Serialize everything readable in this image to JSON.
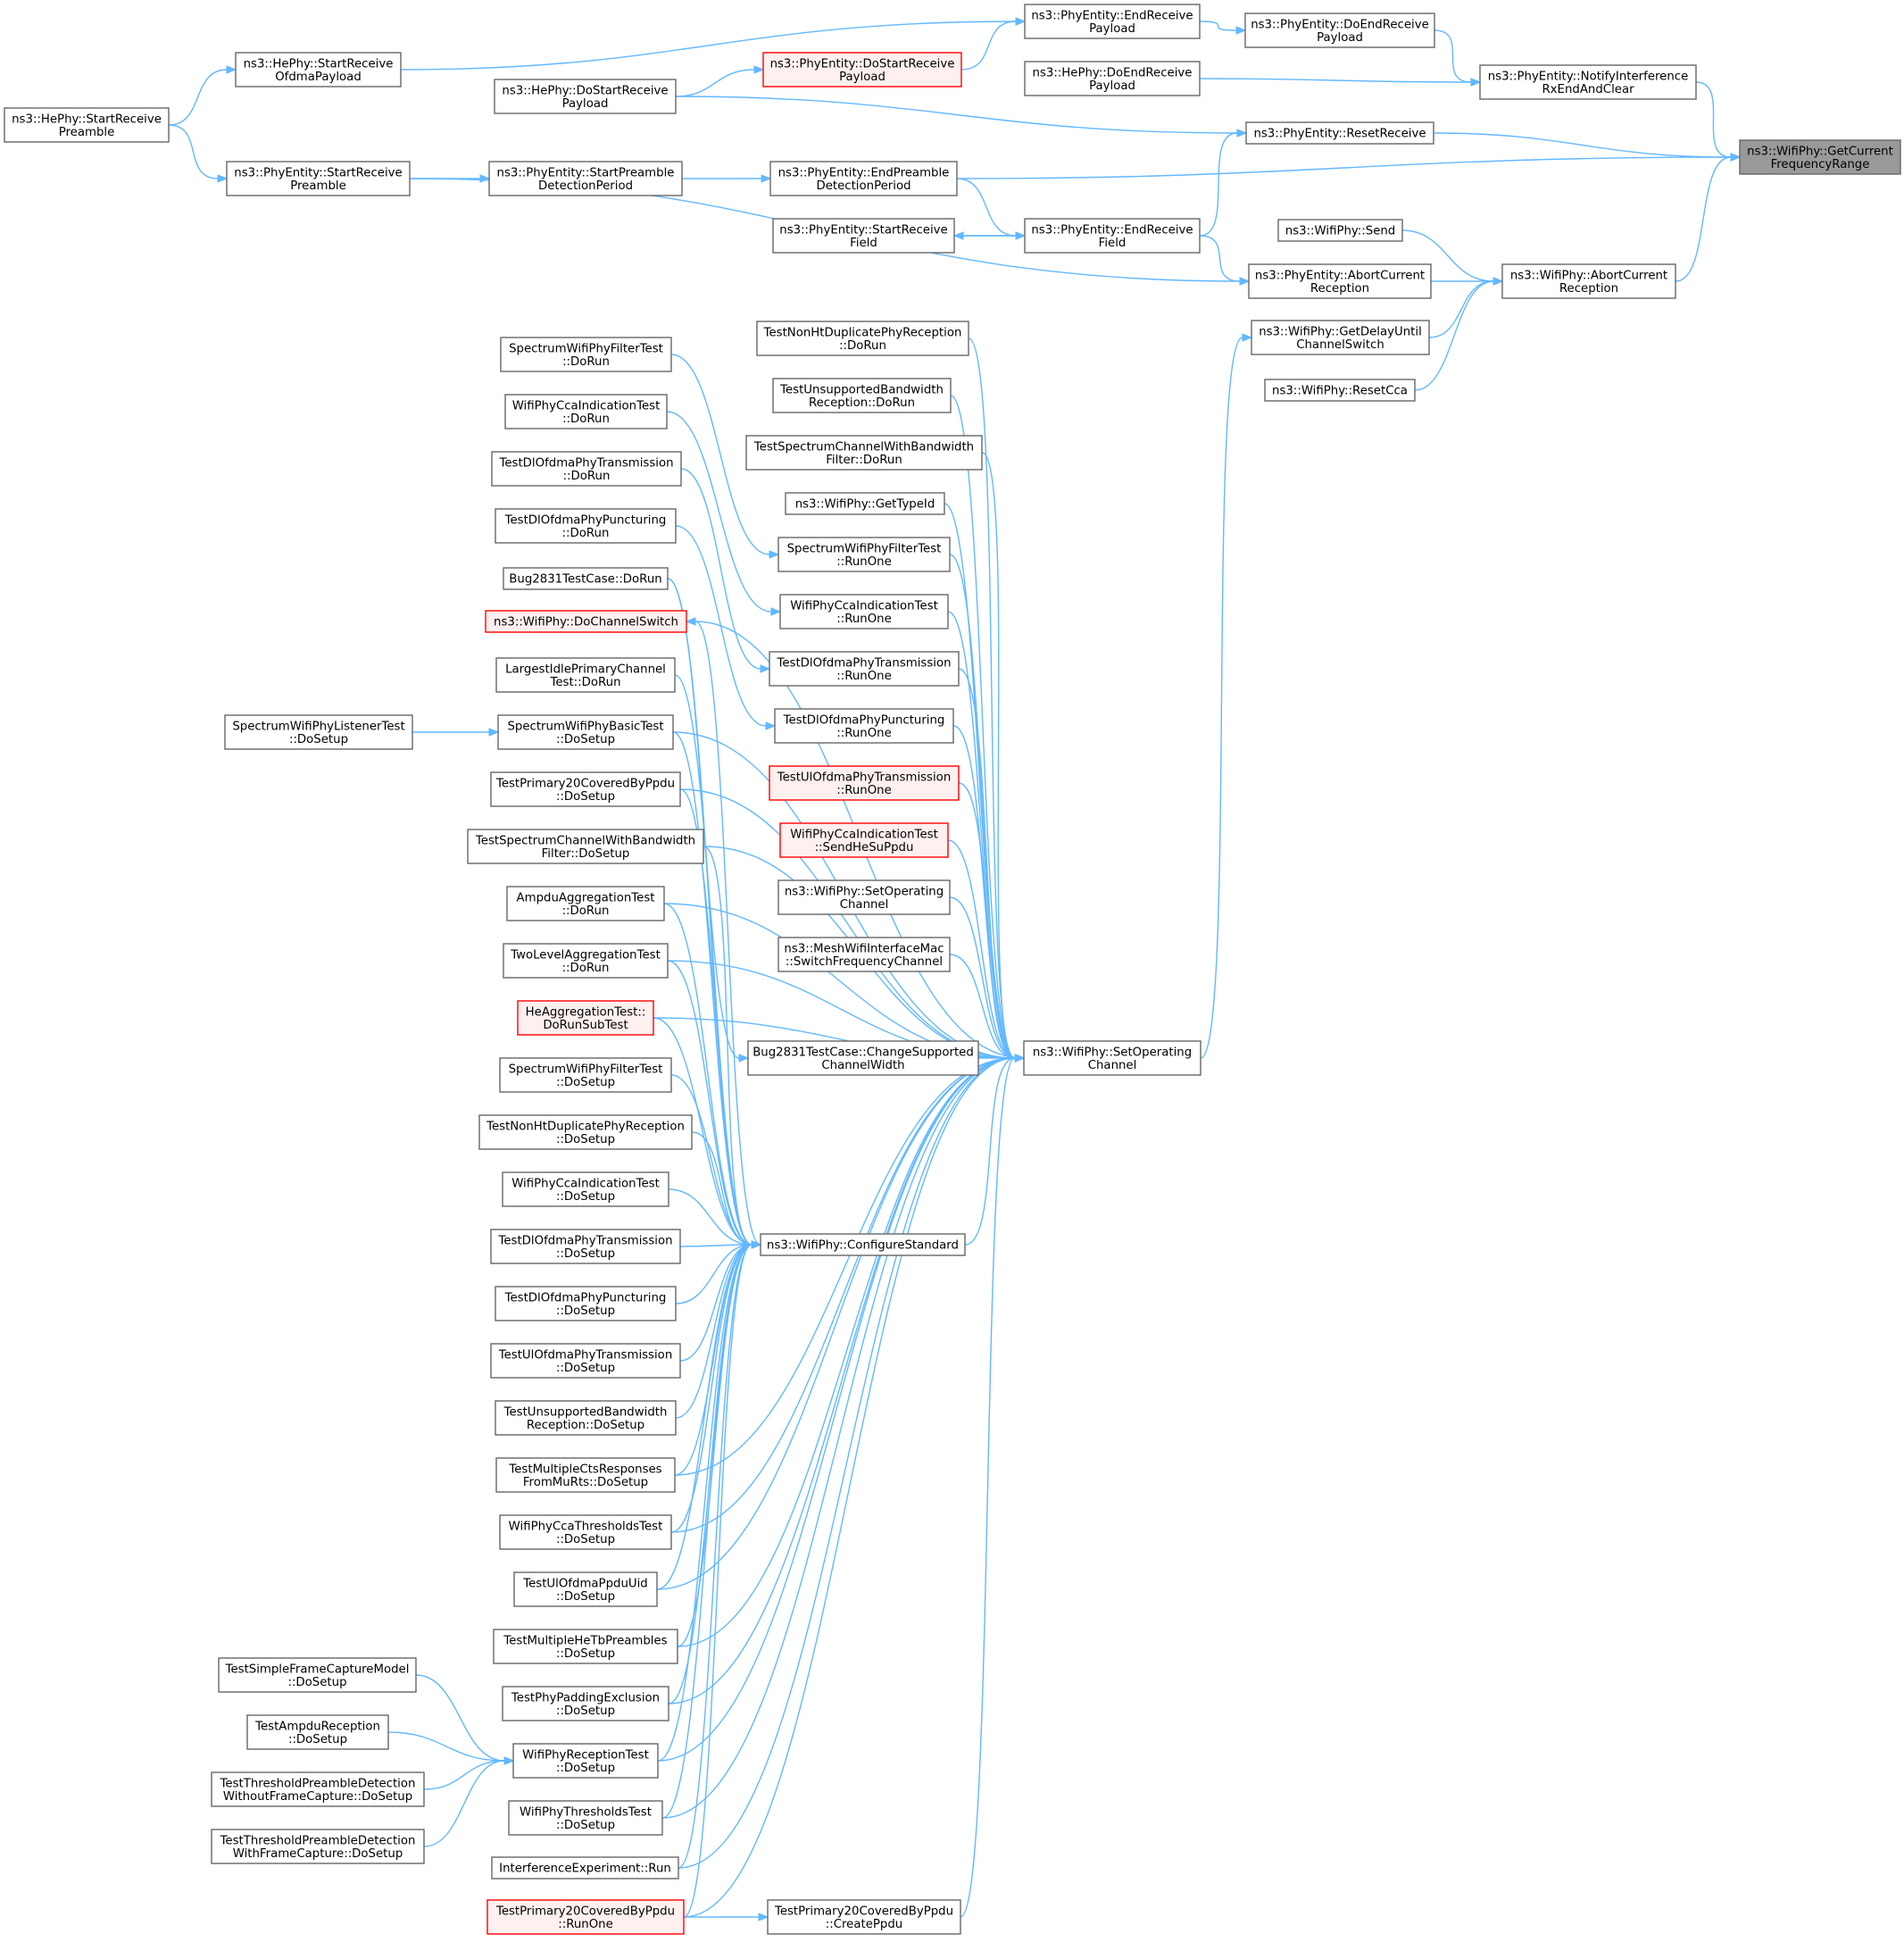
{
  "diagram": {
    "nodes": [
      {
        "id": "root",
        "lines": [
          "ns3::WifiPhy::GetCurrent",
          "FrequencyRange"
        ],
        "style": "root"
      },
      {
        "id": "notify",
        "lines": [
          "ns3::PhyEntity::NotifyInterference",
          "RxEndAndClear"
        ]
      },
      {
        "id": "doEndRecvPayload",
        "lines": [
          "ns3::PhyEntity::DoEndReceive",
          "Payload"
        ]
      },
      {
        "id": "endRecvPayload",
        "lines": [
          "ns3::PhyEntity::EndReceive",
          "Payload"
        ]
      },
      {
        "id": "heDoEndRecvPayload",
        "lines": [
          "ns3::HePhy::DoEndReceive",
          "Payload"
        ]
      },
      {
        "id": "doStartRecvPayload",
        "lines": [
          "ns3::PhyEntity::DoStartReceive",
          "Payload"
        ],
        "style": "red"
      },
      {
        "id": "heStartRecvOfdma",
        "lines": [
          "ns3::HePhy::StartReceive",
          "OfdmaPayload"
        ]
      },
      {
        "id": "heDoStartRecvPayload",
        "lines": [
          "ns3::HePhy::DoStartReceive",
          "Payload"
        ]
      },
      {
        "id": "heStartRecvPreamble",
        "lines": [
          "ns3::HePhy::StartReceive",
          "Preamble"
        ]
      },
      {
        "id": "resetReceive",
        "lines": [
          "ns3::PhyEntity::ResetReceive"
        ]
      },
      {
        "id": "startRecvPreamble",
        "lines": [
          "ns3::PhyEntity::StartReceive",
          "Preamble"
        ]
      },
      {
        "id": "startPreambleDet",
        "lines": [
          "ns3::PhyEntity::StartPreamble",
          "DetectionPeriod"
        ]
      },
      {
        "id": "endPreambleDet",
        "lines": [
          "ns3::PhyEntity::EndPreamble",
          "DetectionPeriod"
        ]
      },
      {
        "id": "endRecvField",
        "lines": [
          "ns3::PhyEntity::EndReceive",
          "Field"
        ]
      },
      {
        "id": "startRecvField",
        "lines": [
          "ns3::PhyEntity::StartReceive",
          "Field"
        ]
      },
      {
        "id": "send",
        "lines": [
          "ns3::WifiPhy::Send"
        ]
      },
      {
        "id": "peAbort",
        "lines": [
          "ns3::PhyEntity::AbortCurrent",
          "Reception"
        ]
      },
      {
        "id": "wpAbort",
        "lines": [
          "ns3::WifiPhy::AbortCurrent",
          "Reception"
        ]
      },
      {
        "id": "getDelay",
        "lines": [
          "ns3::WifiPhy::GetDelayUntil",
          "ChannelSwitch"
        ]
      },
      {
        "id": "resetCca",
        "lines": [
          "ns3::WifiPhy::ResetCca"
        ]
      },
      {
        "id": "setOpChan",
        "lines": [
          "ns3::WifiPhy::SetOperating",
          "Channel"
        ]
      },
      {
        "id": "configStd",
        "lines": [
          "ns3::WifiPhy::ConfigureStandard"
        ]
      },
      {
        "id": "bugChange",
        "lines": [
          "Bug2831TestCase::ChangeSupported",
          "ChannelWidth"
        ]
      },
      {
        "id": "m_nonHtRun",
        "lines": [
          "TestNonHtDuplicatePhyReception",
          "::DoRun"
        ]
      },
      {
        "id": "m_unsupBwRun",
        "lines": [
          "TestUnsupportedBandwidth",
          "Reception::DoRun"
        ]
      },
      {
        "id": "m_specChanRun",
        "lines": [
          "TestSpectrumChannelWithBandwidth",
          "Filter::DoRun"
        ]
      },
      {
        "id": "m_getTypeId",
        "lines": [
          "ns3::WifiPhy::GetTypeId"
        ]
      },
      {
        "id": "m_swpFilterRunOne",
        "lines": [
          "SpectrumWifiPhyFilterTest",
          "::RunOne"
        ]
      },
      {
        "id": "m_ccaRunOne",
        "lines": [
          "WifiPhyCcaIndicationTest",
          "::RunOne"
        ]
      },
      {
        "id": "m_dlTransRunOne",
        "lines": [
          "TestDlOfdmaPhyTransmission",
          "::RunOne"
        ]
      },
      {
        "id": "m_dlPuncRunOne",
        "lines": [
          "TestDlOfdmaPhyPuncturing",
          "::RunOne"
        ]
      },
      {
        "id": "m_ulTransRunOne",
        "lines": [
          "TestUlOfdmaPhyTransmission",
          "::RunOne"
        ],
        "style": "red"
      },
      {
        "id": "m_ccaSendHeSu",
        "lines": [
          "WifiPhyCcaIndicationTest",
          "::SendHeSuPpdu"
        ],
        "style": "red"
      },
      {
        "id": "m_setOpChan2",
        "lines": [
          "ns3::WifiPhy::SetOperating",
          "Channel"
        ]
      },
      {
        "id": "m_meshSwitch",
        "lines": [
          "ns3::MeshWifiInterfaceMac",
          "::SwitchFrequencyChannel"
        ]
      },
      {
        "id": "m_prim20Create",
        "lines": [
          "TestPrimary20CoveredByPpdu",
          "::CreatePpdu"
        ]
      },
      {
        "id": "l_swpFilterRun",
        "lines": [
          "SpectrumWifiPhyFilterTest",
          "::DoRun"
        ]
      },
      {
        "id": "l_ccaRun",
        "lines": [
          "WifiPhyCcaIndicationTest",
          "::DoRun"
        ]
      },
      {
        "id": "l_dlTransRun",
        "lines": [
          "TestDlOfdmaPhyTransmission",
          "::DoRun"
        ]
      },
      {
        "id": "l_dlPuncRun",
        "lines": [
          "TestDlOfdmaPhyPuncturing",
          "::DoRun"
        ]
      },
      {
        "id": "l_bugRun",
        "lines": [
          "Bug2831TestCase::DoRun"
        ]
      },
      {
        "id": "l_doChanSwitch",
        "lines": [
          "ns3::WifiPhy::DoChannelSwitch"
        ],
        "style": "red"
      },
      {
        "id": "l_largestIdle",
        "lines": [
          "LargestIdlePrimaryChannel",
          "Test::DoRun"
        ]
      },
      {
        "id": "l_swpBasic",
        "lines": [
          "SpectrumWifiPhyBasicTest",
          "::DoSetup"
        ]
      },
      {
        "id": "l_prim20Setup",
        "lines": [
          "TestPrimary20CoveredByPpdu",
          "::DoSetup"
        ]
      },
      {
        "id": "l_specChanSetup",
        "lines": [
          "TestSpectrumChannelWithBandwidth",
          "Filter::DoSetup"
        ]
      },
      {
        "id": "l_ampduAgg",
        "lines": [
          "AmpduAggregationTest",
          "::DoRun"
        ]
      },
      {
        "id": "l_twoLevel",
        "lines": [
          "TwoLevelAggregationTest",
          "::DoRun"
        ]
      },
      {
        "id": "l_heAgg",
        "lines": [
          "HeAggregationTest::",
          "DoRunSubTest"
        ],
        "style": "red"
      },
      {
        "id": "l_swpFilterSetup",
        "lines": [
          "SpectrumWifiPhyFilterTest",
          "::DoSetup"
        ]
      },
      {
        "id": "l_nonHtSetup",
        "lines": [
          "TestNonHtDuplicatePhyReception",
          "::DoSetup"
        ]
      },
      {
        "id": "l_ccaSetup",
        "lines": [
          "WifiPhyCcaIndicationTest",
          "::DoSetup"
        ]
      },
      {
        "id": "l_dlTransSetup",
        "lines": [
          "TestDlOfdmaPhyTransmission",
          "::DoSetup"
        ]
      },
      {
        "id": "l_dlPuncSetup",
        "lines": [
          "TestDlOfdmaPhyPuncturing",
          "::DoSetup"
        ]
      },
      {
        "id": "l_ulTransSetup",
        "lines": [
          "TestUlOfdmaPhyTransmission",
          "::DoSetup"
        ]
      },
      {
        "id": "l_unsupBwSetup",
        "lines": [
          "TestUnsupportedBandwidth",
          "Reception::DoSetup"
        ]
      },
      {
        "id": "l_multiCts",
        "lines": [
          "TestMultipleCtsResponses",
          "FromMuRts::DoSetup"
        ]
      },
      {
        "id": "l_ccaThresh",
        "lines": [
          "WifiPhyCcaThresholdsTest",
          "::DoSetup"
        ]
      },
      {
        "id": "l_ulPpduUid",
        "lines": [
          "TestUlOfdmaPpduUid",
          "::DoSetup"
        ]
      },
      {
        "id": "l_multiHeTb",
        "lines": [
          "TestMultipleHeTbPreambles",
          "::DoSetup"
        ]
      },
      {
        "id": "l_padding",
        "lines": [
          "TestPhyPaddingExclusion",
          "::DoSetup"
        ]
      },
      {
        "id": "l_rxTest",
        "lines": [
          "WifiPhyReceptionTest",
          "::DoSetup"
        ]
      },
      {
        "id": "l_thresholds",
        "lines": [
          "WifiPhyThresholdsTest",
          "::DoSetup"
        ]
      },
      {
        "id": "l_interf",
        "lines": [
          "InterferenceExperiment::Run"
        ]
      },
      {
        "id": "l_prim20RunOne",
        "lines": [
          "TestPrimary20CoveredByPpdu",
          "::RunOne"
        ],
        "style": "red"
      },
      {
        "id": "ll_swpListener",
        "lines": [
          "SpectrumWifiPhyListenerTest",
          "::DoSetup"
        ]
      },
      {
        "id": "ll_simpleFrame",
        "lines": [
          "TestSimpleFrameCaptureModel",
          "::DoSetup"
        ]
      },
      {
        "id": "ll_ampduRx",
        "lines": [
          "TestAmpduReception",
          "::DoSetup"
        ]
      },
      {
        "id": "ll_threshWithout",
        "lines": [
          "TestThresholdPreambleDetection",
          "WithoutFrameCapture::DoSetup"
        ]
      },
      {
        "id": "ll_threshWith",
        "lines": [
          "TestThresholdPreambleDetection",
          "WithFrameCapture::DoSetup"
        ]
      }
    ],
    "edges": [
      [
        "notify",
        "root"
      ],
      [
        "resetReceive",
        "root"
      ],
      [
        "endPreambleDet",
        "root"
      ],
      [
        "wpAbort",
        "root"
      ],
      [
        "doEndRecvPayload",
        "notify"
      ],
      [
        "heDoEndRecvPayload",
        "notify"
      ],
      [
        "endRecvPayload",
        "doEndRecvPayload"
      ],
      [
        "heStartRecvOfdma",
        "endRecvPayload"
      ],
      [
        "doStartRecvPayload",
        "endRecvPayload"
      ],
      [
        "heDoStartRecvPayload",
        "doStartRecvPayload"
      ],
      [
        "heStartRecvPreamble",
        "heStartRecvOfdma"
      ],
      [
        "heDoStartRecvPayload",
        "resetReceive"
      ],
      [
        "endRecvField",
        "resetReceive"
      ],
      [
        "startPreambleDet",
        "endPreambleDet"
      ],
      [
        "startRecvPreamble",
        "startPreambleDet"
      ],
      [
        "heStartRecvPreamble",
        "startRecvPreamble"
      ],
      [
        "endPreambleDet",
        "endRecvField"
      ],
      [
        "startRecvField",
        "endRecvField"
      ],
      [
        "endRecvField",
        "startRecvField"
      ],
      [
        "endRecvField",
        "peAbort"
      ],
      [
        "startRecvPreamble",
        "peAbort"
      ],
      [
        "peAbort",
        "wpAbort"
      ],
      [
        "send",
        "wpAbort"
      ],
      [
        "getDelay",
        "wpAbort"
      ],
      [
        "resetCca",
        "wpAbort"
      ],
      [
        "setOpChan",
        "getDelay"
      ],
      [
        "configStd",
        "setOpChan"
      ],
      [
        "bugChange",
        "setOpChan"
      ],
      [
        "l_bugRun",
        "bugChange"
      ],
      [
        "m_nonHtRun",
        "setOpChan"
      ],
      [
        "m_unsupBwRun",
        "setOpChan"
      ],
      [
        "m_specChanRun",
        "setOpChan"
      ],
      [
        "m_getTypeId",
        "setOpChan"
      ],
      [
        "m_swpFilterRunOne",
        "setOpChan"
      ],
      [
        "m_ccaRunOne",
        "setOpChan"
      ],
      [
        "m_dlTransRunOne",
        "setOpChan"
      ],
      [
        "m_dlPuncRunOne",
        "setOpChan"
      ],
      [
        "m_ulTransRunOne",
        "setOpChan"
      ],
      [
        "m_ccaSendHeSu",
        "setOpChan"
      ],
      [
        "m_setOpChan2",
        "setOpChan"
      ],
      [
        "m_meshSwitch",
        "setOpChan"
      ],
      [
        "m_prim20Create",
        "setOpChan"
      ],
      [
        "l_prim20RunOne",
        "m_prim20Create"
      ],
      [
        "l_swpFilterRun",
        "m_swpFilterRunOne"
      ],
      [
        "l_ccaRun",
        "m_ccaRunOne"
      ],
      [
        "l_dlTransRun",
        "m_dlTransRunOne"
      ],
      [
        "l_dlPuncRun",
        "m_dlPuncRunOne"
      ],
      [
        "l_bugRun",
        "configStd"
      ],
      [
        "l_largestIdle",
        "configStd"
      ],
      [
        "l_swpBasic",
        "configStd"
      ],
      [
        "l_prim20Setup",
        "configStd"
      ],
      [
        "l_specChanSetup",
        "configStd"
      ],
      [
        "l_ampduAgg",
        "configStd"
      ],
      [
        "l_twoLevel",
        "configStd"
      ],
      [
        "l_heAgg",
        "configStd"
      ],
      [
        "l_swpFilterSetup",
        "configStd"
      ],
      [
        "l_nonHtSetup",
        "configStd"
      ],
      [
        "l_ccaSetup",
        "configStd"
      ],
      [
        "l_dlTransSetup",
        "configStd"
      ],
      [
        "l_dlPuncSetup",
        "configStd"
      ],
      [
        "l_ulTransSetup",
        "configStd"
      ],
      [
        "l_unsupBwSetup",
        "configStd"
      ],
      [
        "l_multiCts",
        "configStd"
      ],
      [
        "l_ccaThresh",
        "configStd"
      ],
      [
        "l_ulPpduUid",
        "configStd"
      ],
      [
        "l_multiHeTb",
        "configStd"
      ],
      [
        "l_padding",
        "configStd"
      ],
      [
        "l_rxTest",
        "configStd"
      ],
      [
        "l_thresholds",
        "configStd"
      ],
      [
        "l_interf",
        "configStd"
      ],
      [
        "l_prim20RunOne",
        "configStd"
      ],
      [
        "configStd",
        "l_doChanSwitch"
      ],
      [
        "setOpChan",
        "l_doChanSwitch"
      ],
      [
        "l_swpBasic",
        "setOpChan"
      ],
      [
        "l_prim20Setup",
        "setOpChan"
      ],
      [
        "l_specChanSetup",
        "setOpChan"
      ],
      [
        "l_ampduAgg",
        "setOpChan"
      ],
      [
        "l_twoLevel",
        "setOpChan"
      ],
      [
        "l_heAgg",
        "setOpChan"
      ],
      [
        "l_multiCts",
        "setOpChan"
      ],
      [
        "l_ccaThresh",
        "setOpChan"
      ],
      [
        "l_ulPpduUid",
        "setOpChan"
      ],
      [
        "l_multiHeTb",
        "setOpChan"
      ],
      [
        "l_padding",
        "setOpChan"
      ],
      [
        "l_rxTest",
        "setOpChan"
      ],
      [
        "l_thresholds",
        "setOpChan"
      ],
      [
        "l_interf",
        "setOpChan"
      ],
      [
        "l_prim20RunOne",
        "setOpChan"
      ],
      [
        "ll_swpListener",
        "l_swpBasic"
      ],
      [
        "ll_simpleFrame",
        "l_rxTest"
      ],
      [
        "ll_ampduRx",
        "l_rxTest"
      ],
      [
        "ll_threshWithout",
        "l_rxTest"
      ],
      [
        "ll_threshWith",
        "l_rxTest"
      ]
    ]
  }
}
